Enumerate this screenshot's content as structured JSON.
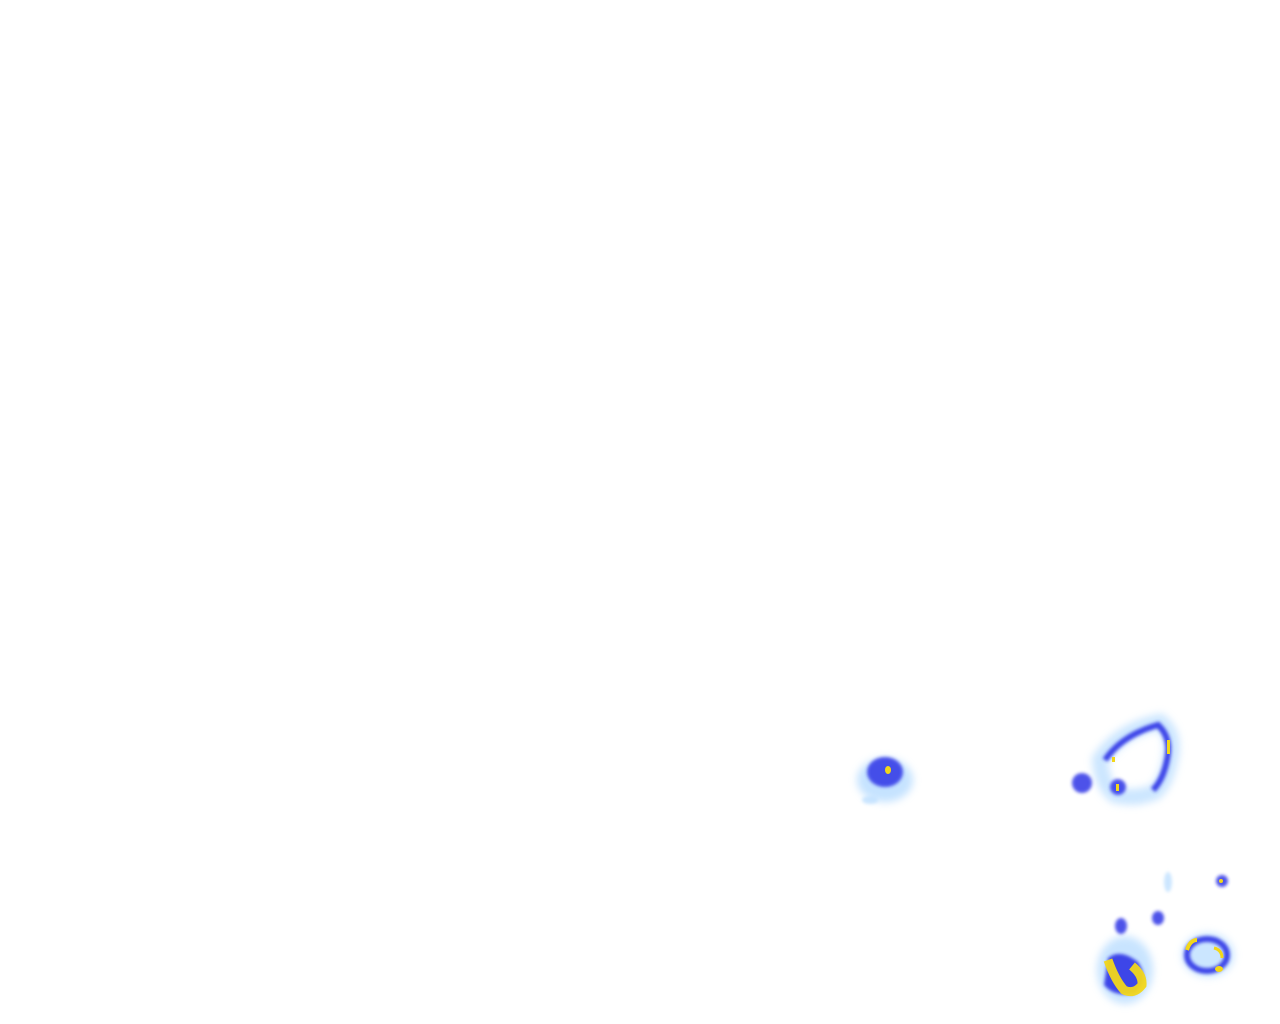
{
  "image": {
    "description_free": true,
    "colors": {
      "background": "#ffffff",
      "light": "#bfe0ff",
      "mid": "#6b7cff",
      "strong": "#2d34e6",
      "peak": "#f2d71a"
    },
    "blobs": [
      {
        "name": "blob-a"
      },
      {
        "name": "blob-b"
      },
      {
        "name": "blob-c"
      },
      {
        "name": "blob-d"
      },
      {
        "name": "blob-e"
      }
    ]
  }
}
